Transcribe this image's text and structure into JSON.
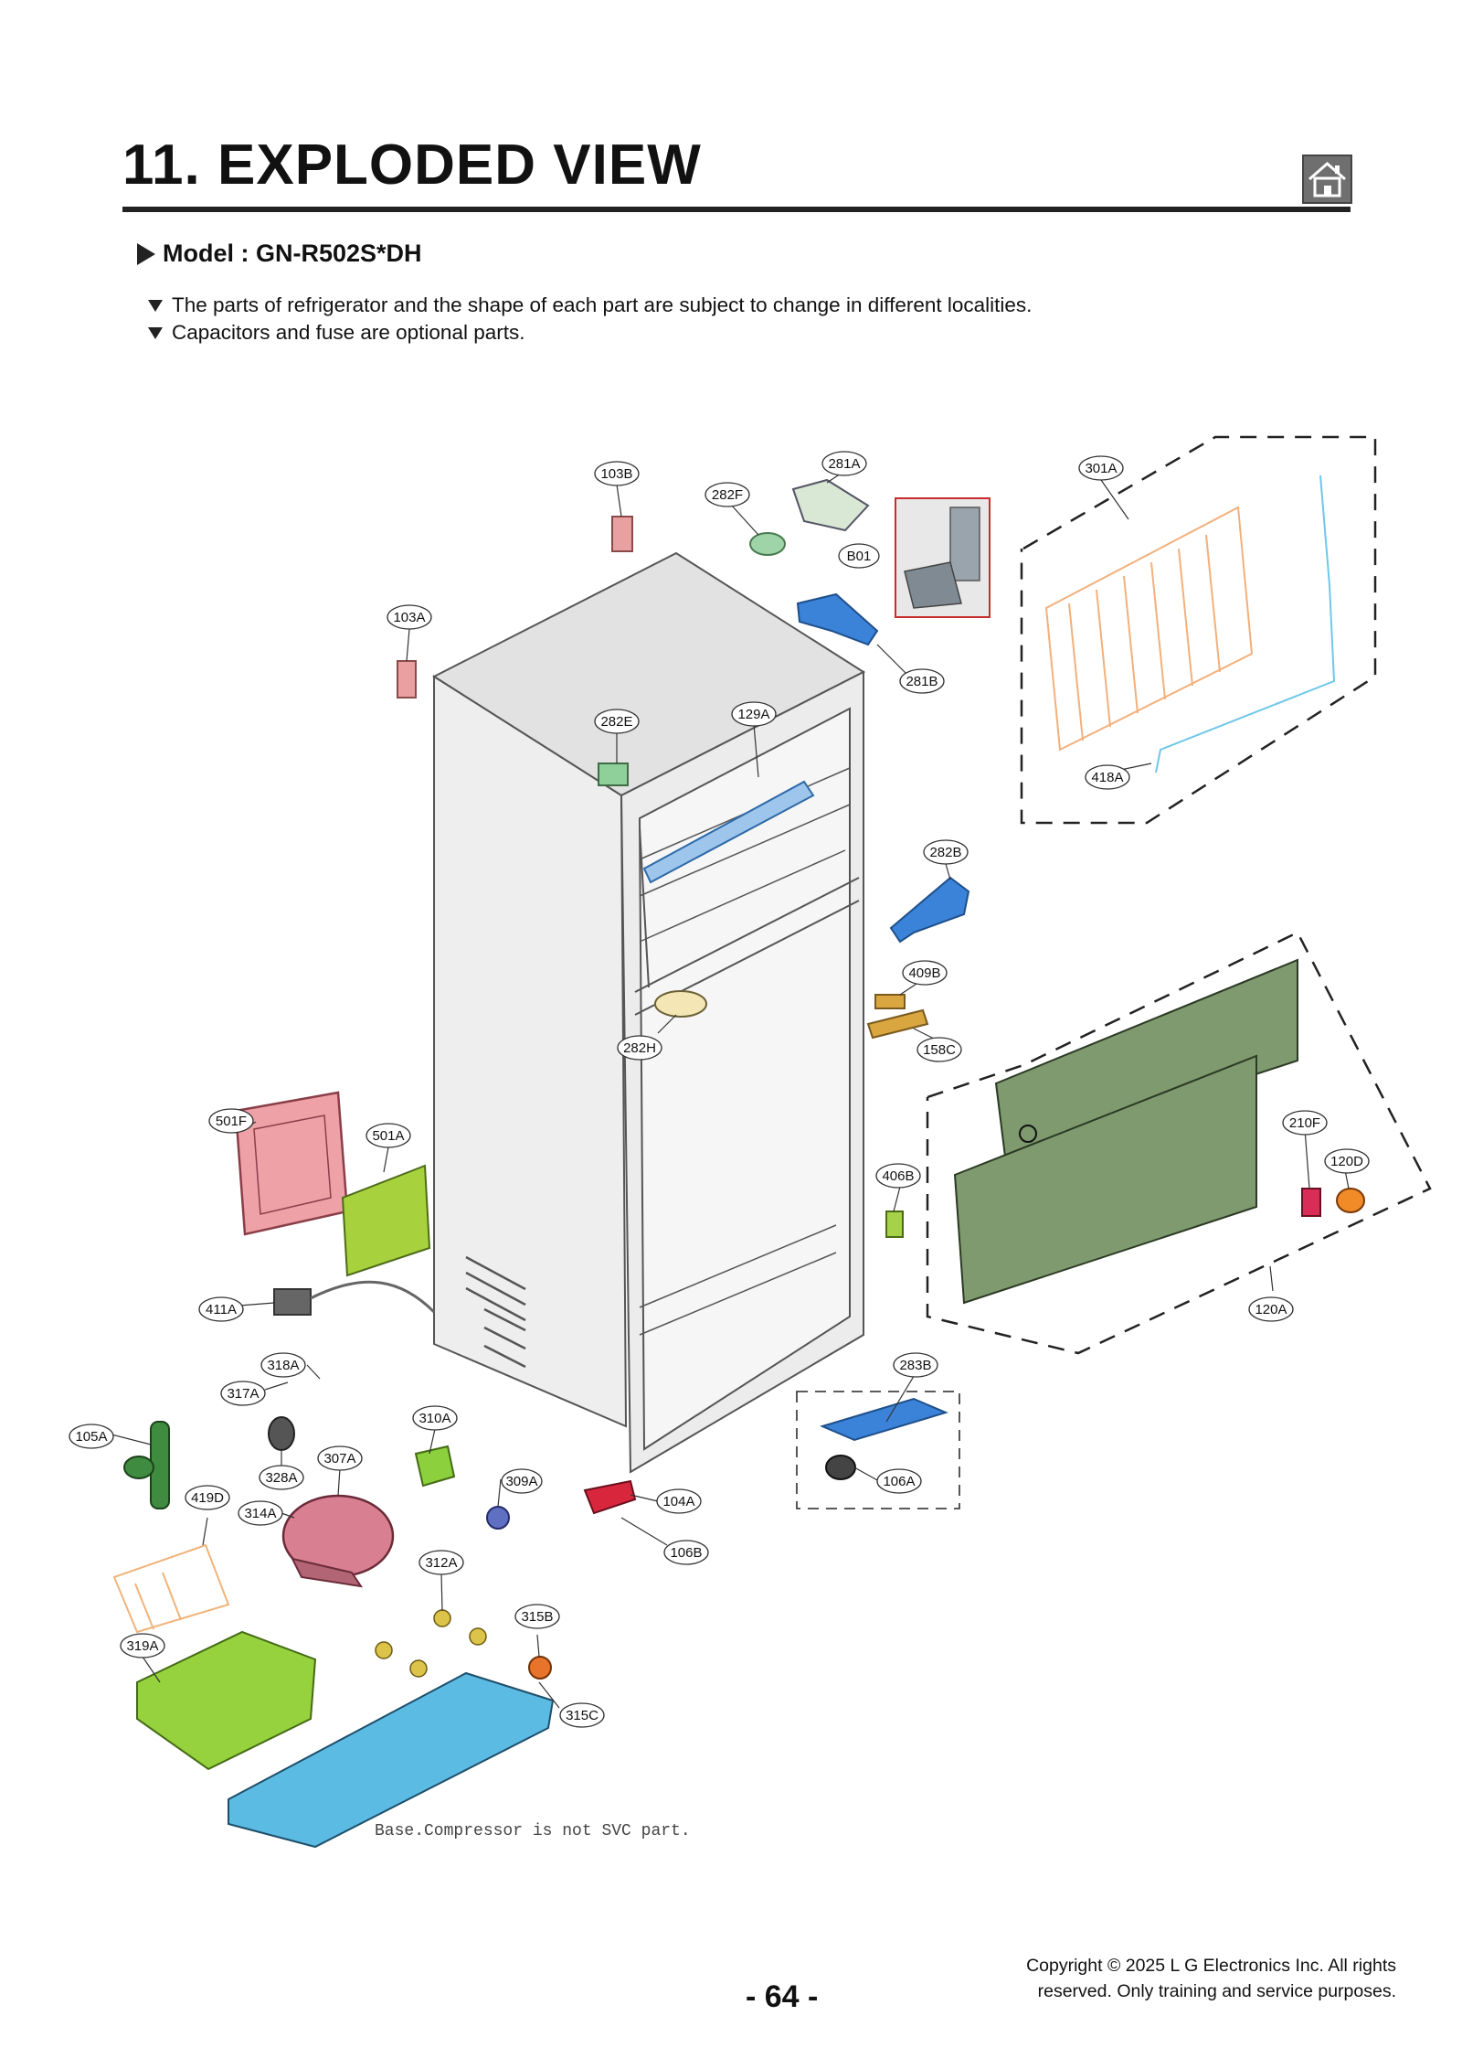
{
  "header": {
    "title": "11. EXPLODED VIEW",
    "home_icon": "home-icon"
  },
  "model": {
    "label": "Model : GN-R502S*DH"
  },
  "notes": [
    "The parts of refrigerator and the shape of each part are subject to change in different localities.",
    "Capacitors and fuse are optional parts."
  ],
  "diagram": {
    "parts": {
      "p103B": "103B",
      "p103A": "103A",
      "p282F": "282F",
      "p281A": "281A",
      "pB01": "B01",
      "p281B": "281B",
      "p301A": "301A",
      "p418A": "418A",
      "p282E": "282E",
      "p129A": "129A",
      "p282B": "282B",
      "p409B": "409B",
      "p158C": "158C",
      "p282H": "282H",
      "p501F": "501F",
      "p501A": "501A",
      "p406B": "406B",
      "p210F": "210F",
      "p120D": "120D",
      "p120A": "120A",
      "p411A": "411A",
      "p318A": "318A",
      "p317A": "317A",
      "p310A": "310A",
      "p105A": "105A",
      "p328A": "328A",
      "p307A": "307A",
      "p309A": "309A",
      "p283B": "283B",
      "p106A": "106A",
      "p104A": "104A",
      "p106B": "106B",
      "p419D": "419D",
      "p314A": "314A",
      "p312A": "312A",
      "p315B": "315B",
      "p319A": "319A",
      "p315C": "315C"
    },
    "service_note": "Base.Compressor is not SVC part."
  },
  "footer": {
    "page_number": "- 64 -",
    "copyright_line1": "Copyright © 2025 L G Electronics Inc. All rights",
    "copyright_line2": "reserved. Only training and service purposes."
  }
}
